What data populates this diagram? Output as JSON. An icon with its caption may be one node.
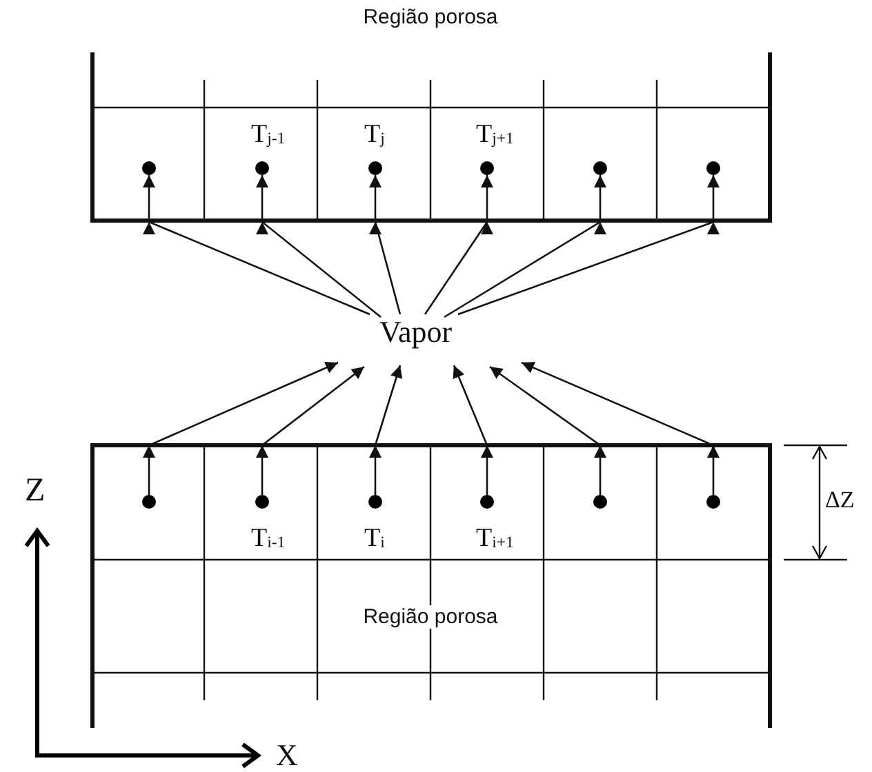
{
  "diagram": {
    "nodes": [
      {
        "text": [
          "Região porosa"
        ]
      },
      {
        "text": [],
        "shape": "circle",
        "in": 0
      },
      {
        "text": [],
        "shape": "circle",
        "in": 0,
        "beside": [
          "T$_{j-1}$"
        ]
      },
      {
        "text": [],
        "shape": "circle",
        "in": 0,
        "beside": [
          "T$_{j}$"
        ]
      },
      {
        "text": [],
        "shape": "circle",
        "in": 0,
        "beside": [
          "T$_{j+1}$"
        ]
      },
      {
        "text": [],
        "shape": "circle",
        "in": 0
      },
      {
        "text": [],
        "shape": "circle",
        "in": 0
      },
      {
        "text": [
          "Vapor"
        ]
      },
      {
        "text": [
          "Região porosa"
        ]
      },
      {
        "text": [],
        "shape": "circle",
        "in": 8
      },
      {
        "text": [],
        "shape": "circle",
        "in": 8,
        "beside": [
          "T$_{i-1}$"
        ]
      },
      {
        "text": [],
        "shape": "circle",
        "in": 8,
        "beside": [
          "T$_{i}$"
        ]
      },
      {
        "text": [],
        "shape": "circle",
        "in": 8,
        "beside": [
          "T$_{i+1}$"
        ]
      },
      {
        "text": [],
        "shape": "circle",
        "in": 8
      },
      {
        "text": [],
        "shape": "circle",
        "in": 8
      }
    ],
    "edges": [
      {
        "from": 7,
        "to": 1,
        "arrow": "to"
      },
      {
        "from": 7,
        "to": 2,
        "arrow": "to"
      },
      {
        "from": 7,
        "to": 3,
        "arrow": "to"
      },
      {
        "from": 7,
        "to": 4,
        "arrow": "to"
      },
      {
        "from": 7,
        "to": 5,
        "arrow": "to"
      },
      {
        "from": 7,
        "to": 6,
        "arrow": "to"
      },
      {
        "from": 9,
        "to": 7,
        "arrow": "to"
      },
      {
        "from": 10,
        "to": 7,
        "arrow": "to"
      },
      {
        "from": 11,
        "to": 7,
        "arrow": "to"
      },
      {
        "from": 12,
        "to": 7,
        "arrow": "to"
      },
      {
        "from": 13,
        "to": 7,
        "arrow": "to"
      },
      {
        "from": 14,
        "to": 7,
        "arrow": "to"
      }
    ],
    "labels": [
      "ΔZ",
      "Z",
      "X"
    ]
  }
}
